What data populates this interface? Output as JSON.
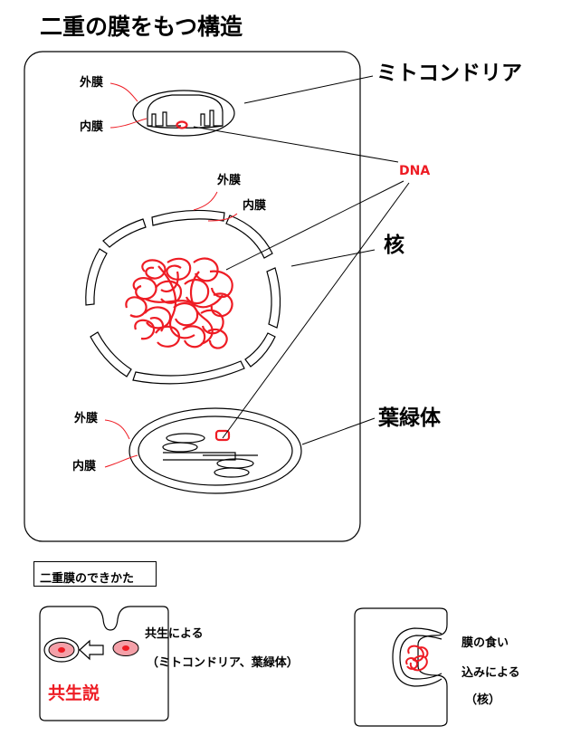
{
  "title": "二重の膜をもつ構造",
  "labels": {
    "mitochondria": "ミトコンドリア",
    "nucleus": "核",
    "chloroplast": "葉緑体",
    "dna": "DNA",
    "outer_membrane": "外膜",
    "inner_membrane": "内膜"
  },
  "how_formed": {
    "heading": "二重膜のできかた",
    "symbiosis": {
      "line1": "共生による",
      "line2": "（ミトコンドリア、葉緑体）",
      "name": "共生説"
    },
    "invagination": {
      "line1": "膜の食い",
      "line2": "込みによる",
      "line3": "（核）"
    }
  },
  "colors": {
    "dna": "#ee1c24",
    "outline": "#000000"
  }
}
